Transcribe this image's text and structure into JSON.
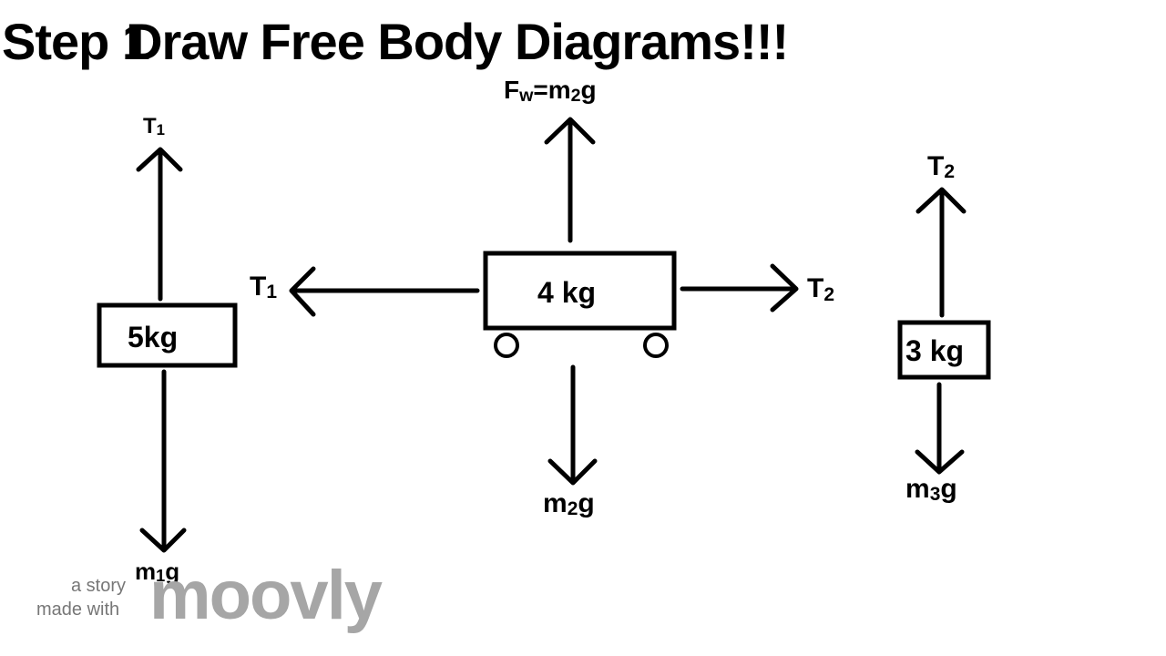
{
  "header": {
    "step_label": "Step 1",
    "title_text": "Draw Free Body Diagrams!!!"
  },
  "diagram": {
    "left_body": {
      "mass_label": "5kg",
      "up_force": {
        "base": "T",
        "sub": "1"
      },
      "down_force": {
        "base": "m",
        "sub": "1",
        "tail": "g"
      }
    },
    "center_body": {
      "mass_label": "4 kg",
      "up_force": {
        "base": "F",
        "sub": "w",
        "eq": "=m",
        "sub2": "2",
        "tail": "g"
      },
      "left_force": {
        "base": "T",
        "sub": "1"
      },
      "right_force": {
        "base": "T",
        "sub": "2"
      },
      "down_force": {
        "base": "m",
        "sub": "2",
        "tail": "g"
      }
    },
    "right_body": {
      "mass_label": "3 kg",
      "up_force": {
        "base": "T",
        "sub": "2"
      },
      "down_force": {
        "base": "m",
        "sub": "3",
        "tail": "g"
      }
    }
  },
  "watermark": {
    "line1": "a story",
    "line2": "made with",
    "brand": "moovly"
  }
}
